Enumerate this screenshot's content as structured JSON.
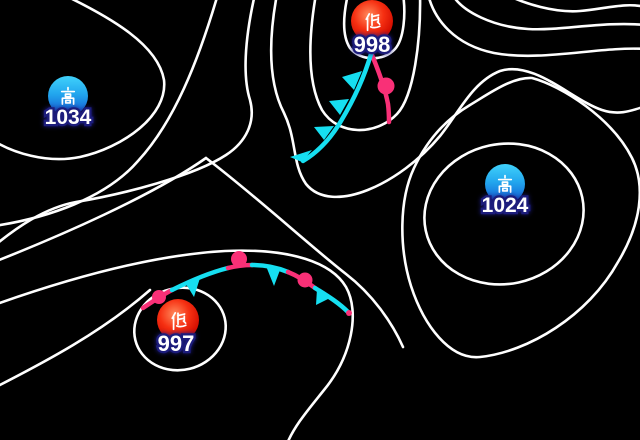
{
  "map": {
    "background_color": "#000000",
    "isobar_color": "#ffffff",
    "label_outline_color": "#1c1c7c",
    "markers": [
      {
        "id": "low-north",
        "kind": "low",
        "symbol": "低",
        "pressure": "998",
        "circle_colors": [
          "#ff8a5c",
          "#f63012",
          "#b00300"
        ]
      },
      {
        "id": "high-west",
        "kind": "high",
        "symbol": "高",
        "pressure": "1034",
        "circle_colors": [
          "#40d2fb",
          "#22a6ee",
          "#1257d0"
        ]
      },
      {
        "id": "high-east",
        "kind": "high",
        "symbol": "高",
        "pressure": "1024",
        "circle_colors": [
          "#40d2fb",
          "#22a6ee",
          "#1257d0"
        ]
      },
      {
        "id": "low-south",
        "kind": "low",
        "symbol": "低",
        "pressure": "997",
        "circle_colors": [
          "#ff8a5c",
          "#f63012",
          "#b00300"
        ]
      }
    ],
    "fronts": {
      "cold_color": "#16dff1",
      "warm_color": "#f93077",
      "occluded_stub_color": "#e957df",
      "items": [
        {
          "id": "cold-front-north",
          "type": "cold"
        },
        {
          "id": "warm-front-north",
          "type": "warm"
        },
        {
          "id": "stationary-front-south",
          "type": "stationary"
        }
      ]
    }
  }
}
